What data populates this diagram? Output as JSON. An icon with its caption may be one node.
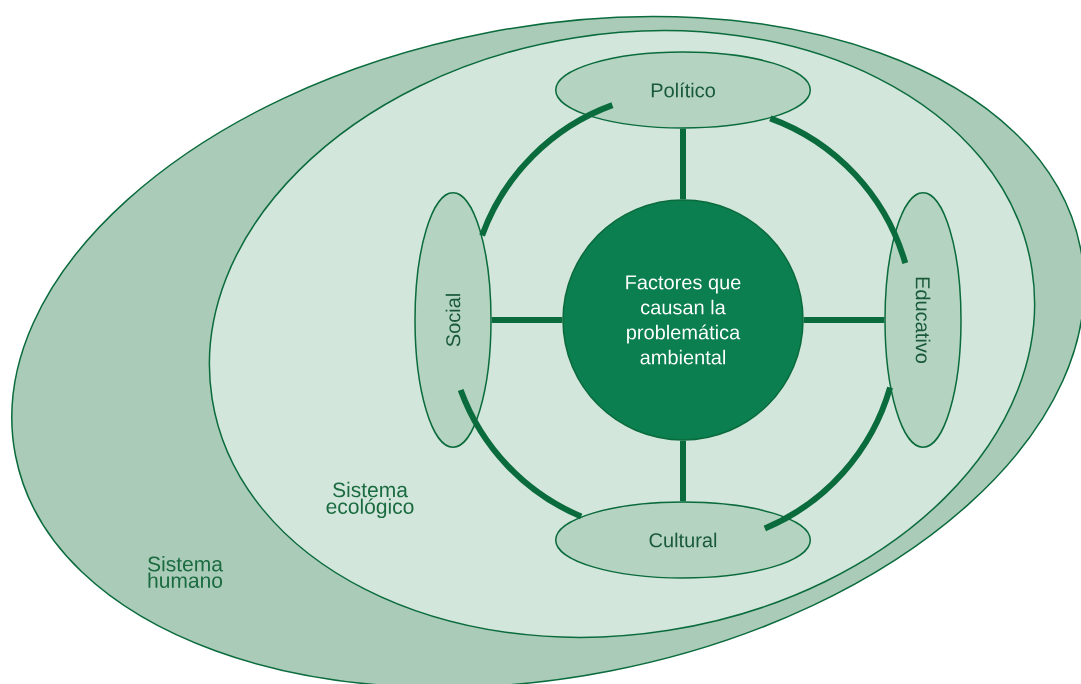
{
  "diagram": {
    "nodes": [
      {
        "text": [
          "Sistema humano"
        ]
      },
      {
        "text": [
          "Sistema ecológico"
        ],
        "in": 0
      },
      {
        "text": [
          "Político"
        ],
        "in": 1
      },
      {
        "text": [
          "Social"
        ],
        "in": 1
      },
      {
        "text": [
          "Factores que causan la problemática ambiental"
        ],
        "in": 1
      },
      {
        "text": [
          "Educativo"
        ],
        "in": 1
      },
      {
        "text": [
          "Cultural"
        ],
        "in": 1
      }
    ],
    "edges": [
      {
        "from": 4,
        "to": 2,
        "arrow": "none"
      },
      {
        "from": 4,
        "to": 3,
        "arrow": "none"
      },
      {
        "from": 4,
        "to": 5,
        "arrow": "none"
      },
      {
        "from": 4,
        "to": 6,
        "arrow": "none"
      },
      {
        "from": 2,
        "to": 5,
        "arrow": "none"
      },
      {
        "from": 5,
        "to": 6,
        "arrow": "none"
      },
      {
        "from": 6,
        "to": 3,
        "arrow": "none"
      },
      {
        "from": 3,
        "to": 2,
        "arrow": "none"
      }
    ]
  }
}
